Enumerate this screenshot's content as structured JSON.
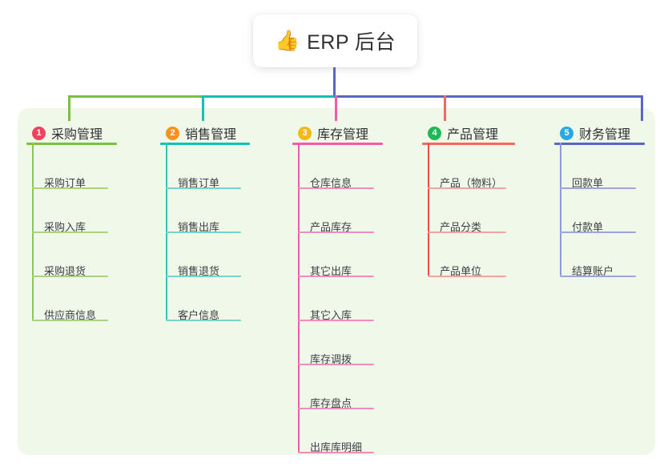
{
  "diagram": {
    "title": "ERP 后台",
    "root": {
      "emoji": "👍",
      "label": "ERP 后台",
      "icon_name": "thumbs-up-icon"
    },
    "panel_color": "#eff8e9",
    "columns": [
      {
        "index": "1",
        "title": "采购管理",
        "badge_color": "#f2415f",
        "rule_color": "#7ac143",
        "spine_color": "#8cc752",
        "leaf_rule_color": "#a9d47e",
        "connector_color": "#7ac143",
        "items": [
          "采购订单",
          "采购入库",
          "采购退货",
          "供应商信息"
        ]
      },
      {
        "index": "2",
        "title": "销售管理",
        "badge_color": "#f7921e",
        "rule_color": "#16c0b0",
        "spine_color": "#2ec4b6",
        "leaf_rule_color": "#74d3ca",
        "connector_color": "#16c0b0",
        "items": [
          "销售订单",
          "销售出库",
          "销售退货",
          "客户信息"
        ]
      },
      {
        "index": "3",
        "title": "库存管理",
        "badge_color": "#f5b914",
        "rule_color": "#ef5da8",
        "spine_color": "#ef5da8",
        "leaf_rule_color": "#f28cc0",
        "connector_color": "#ef5da8",
        "items": [
          "仓库信息",
          "产品库存",
          "其它出库",
          "其它入库",
          "库存调拨",
          "库存盘点",
          "出库库明细"
        ]
      },
      {
        "index": "4",
        "title": "产品管理",
        "badge_color": "#1db954",
        "rule_color": "#f4685e",
        "spine_color": "#ef4e45",
        "leaf_rule_color": "#f2a49e",
        "connector_color": "#f4685e",
        "items": [
          "产品（物料）",
          "产品分类",
          "产品单位"
        ]
      },
      {
        "index": "5",
        "title": "财务管理",
        "badge_color": "#2aa8e0",
        "rule_color": "#5866c4",
        "spine_color": "#8d9ad8",
        "leaf_rule_color": "#9aa6dd",
        "connector_color": "#5866c4",
        "items": [
          "回款单",
          "付款单",
          "结算账户"
        ]
      }
    ],
    "bus_color_left": "#7ac143",
    "bus_color_mid": "#16c0b0",
    "bus_color_right": "#5866c4",
    "root_stem_color": "#5866c4"
  }
}
